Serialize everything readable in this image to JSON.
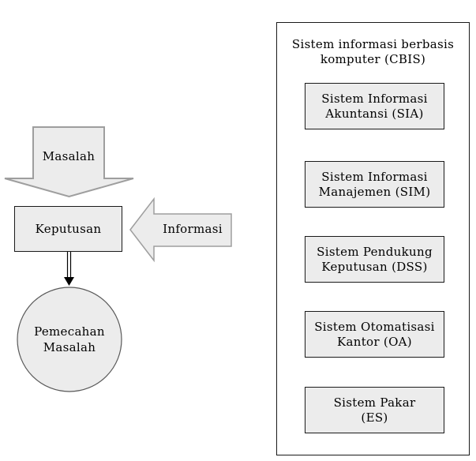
{
  "colors": {
    "background": "#ffffff",
    "shape_fill": "#ececec",
    "block_arrow_border": "#9e9e9e",
    "box_border": "#1a1a1a",
    "circle_border": "#595959",
    "connector": "#000000",
    "text": "#000000"
  },
  "flow": {
    "masalah_label": "Masalah",
    "keputusan_label": "Keputusan",
    "informasi_label": "Informasi",
    "pemecahan_line1": "Pemecahan",
    "pemecahan_line2": "Masalah"
  },
  "cbis_panel": {
    "title_line1": "Sistem informasi berbasis",
    "title_line2": "komputer (CBIS)",
    "systems": [
      {
        "line1": "Sistem Informasi",
        "line2": "Akuntansi (SIA)"
      },
      {
        "line1": "Sistem Informasi",
        "line2": "Manajemen (SIM)"
      },
      {
        "line1": "Sistem Pendukung",
        "line2": "Keputusan (DSS)"
      },
      {
        "line1": "Sistem Otomatisasi",
        "line2": "Kantor (OA)"
      },
      {
        "line1": "Sistem Pakar",
        "line2": "(ES)"
      }
    ]
  }
}
